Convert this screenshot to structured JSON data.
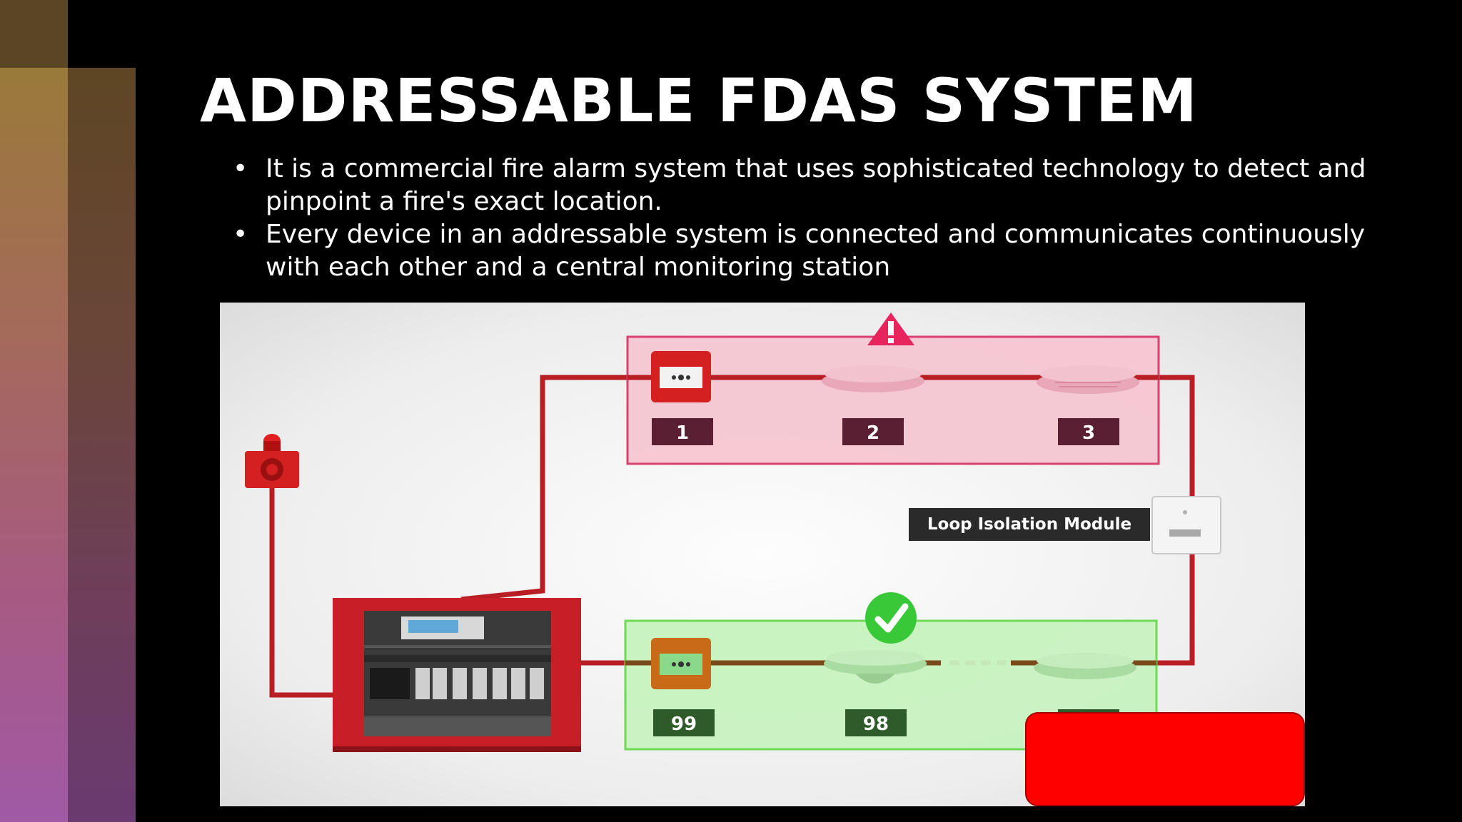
{
  "slide": {
    "title": "ADDRESSABLE FDAS SYSTEM",
    "bullets": [
      "It is a commercial fire alarm system that uses sophisticated technology to detect and pinpoint a fire's exact location.",
      "Every device in an addressable system is connected and communicates continuously with each other and a central monitoring station"
    ],
    "bullet_symbol": "•"
  },
  "diagram": {
    "alarm_zone_devices": [
      "1",
      "2",
      "3"
    ],
    "normal_zone_devices": [
      "99",
      "98"
    ],
    "isolation_module_label": "Loop Isolation Module",
    "alarm_zone_status_icon": "warning-icon",
    "normal_zone_status_icon": "checkmark-icon",
    "colors": {
      "loop_wire": "#b81e24",
      "alarm_zone_fill": "#f6c7d2",
      "alarm_zone_border": "#d8386a",
      "normal_zone_fill": "#c8f3c0",
      "normal_zone_border": "#6ad84e",
      "alarm_tag": "#5a1f33",
      "normal_tag": "#2f5a2a",
      "overlay_box": "#ff0000"
    }
  }
}
